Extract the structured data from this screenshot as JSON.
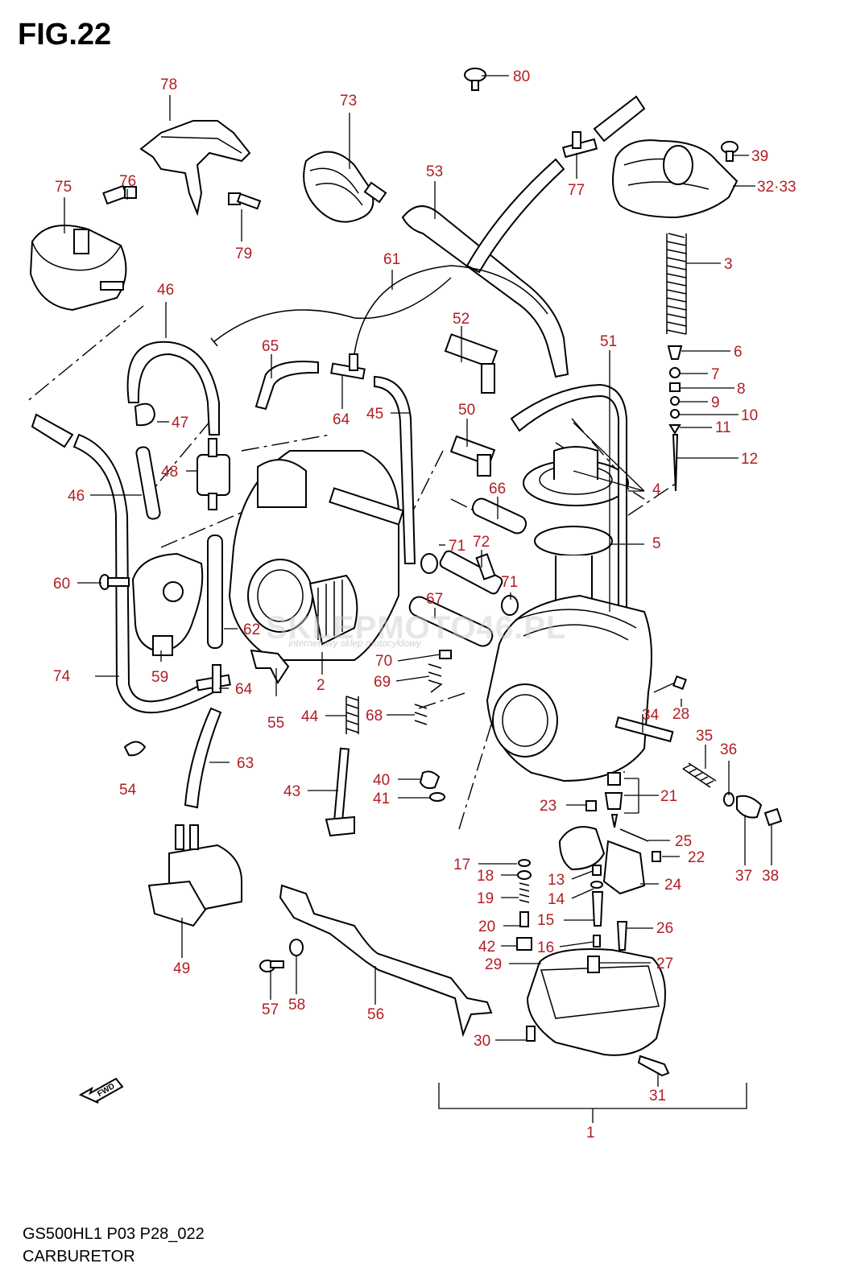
{
  "figure": {
    "title": "FIG.22",
    "model_code": "GS500HL1 P03 P28_022",
    "caption": "CARBURETOR"
  },
  "watermark": {
    "text": "SKLEPMOTO46.PL",
    "subtext": "internetowy sklep motocyklowy"
  },
  "fwd_label": "FWD",
  "colors": {
    "label": "#b01e23",
    "line": "#000000",
    "watermark": "#c8c8c8"
  },
  "parts": [
    {
      "label": "1"
    },
    {
      "label": "2"
    },
    {
      "label": "3"
    },
    {
      "label": "4"
    },
    {
      "label": "5"
    },
    {
      "label": "6"
    },
    {
      "label": "7"
    },
    {
      "label": "8"
    },
    {
      "label": "9"
    },
    {
      "label": "10"
    },
    {
      "label": "11"
    },
    {
      "label": "12"
    },
    {
      "label": "13"
    },
    {
      "label": "14"
    },
    {
      "label": "15"
    },
    {
      "label": "16"
    },
    {
      "label": "17"
    },
    {
      "label": "18"
    },
    {
      "label": "19"
    },
    {
      "label": "20"
    },
    {
      "label": "21"
    },
    {
      "label": "22"
    },
    {
      "label": "23"
    },
    {
      "label": "24"
    },
    {
      "label": "25"
    },
    {
      "label": "26"
    },
    {
      "label": "27"
    },
    {
      "label": "28"
    },
    {
      "label": "29"
    },
    {
      "label": "30"
    },
    {
      "label": "31"
    },
    {
      "label": "32·33"
    },
    {
      "label": "34"
    },
    {
      "label": "35"
    },
    {
      "label": "36"
    },
    {
      "label": "37"
    },
    {
      "label": "38"
    },
    {
      "label": "39"
    },
    {
      "label": "40"
    },
    {
      "label": "41"
    },
    {
      "label": "42"
    },
    {
      "label": "43"
    },
    {
      "label": "44"
    },
    {
      "label": "45"
    },
    {
      "label": "46"
    },
    {
      "label": "46"
    },
    {
      "label": "47"
    },
    {
      "label": "48"
    },
    {
      "label": "49"
    },
    {
      "label": "50"
    },
    {
      "label": "51"
    },
    {
      "label": "52"
    },
    {
      "label": "53"
    },
    {
      "label": "54"
    },
    {
      "label": "55"
    },
    {
      "label": "56"
    },
    {
      "label": "57"
    },
    {
      "label": "58"
    },
    {
      "label": "59"
    },
    {
      "label": "60"
    },
    {
      "label": "61"
    },
    {
      "label": "62"
    },
    {
      "label": "63"
    },
    {
      "label": "64"
    },
    {
      "label": "64"
    },
    {
      "label": "65"
    },
    {
      "label": "66"
    },
    {
      "label": "67"
    },
    {
      "label": "68"
    },
    {
      "label": "69"
    },
    {
      "label": "70"
    },
    {
      "label": "71"
    },
    {
      "label": "71"
    },
    {
      "label": "72"
    },
    {
      "label": "73"
    },
    {
      "label": "74"
    },
    {
      "label": "75"
    },
    {
      "label": "76"
    },
    {
      "label": "77"
    },
    {
      "label": "78"
    },
    {
      "label": "79"
    },
    {
      "label": "80"
    }
  ]
}
